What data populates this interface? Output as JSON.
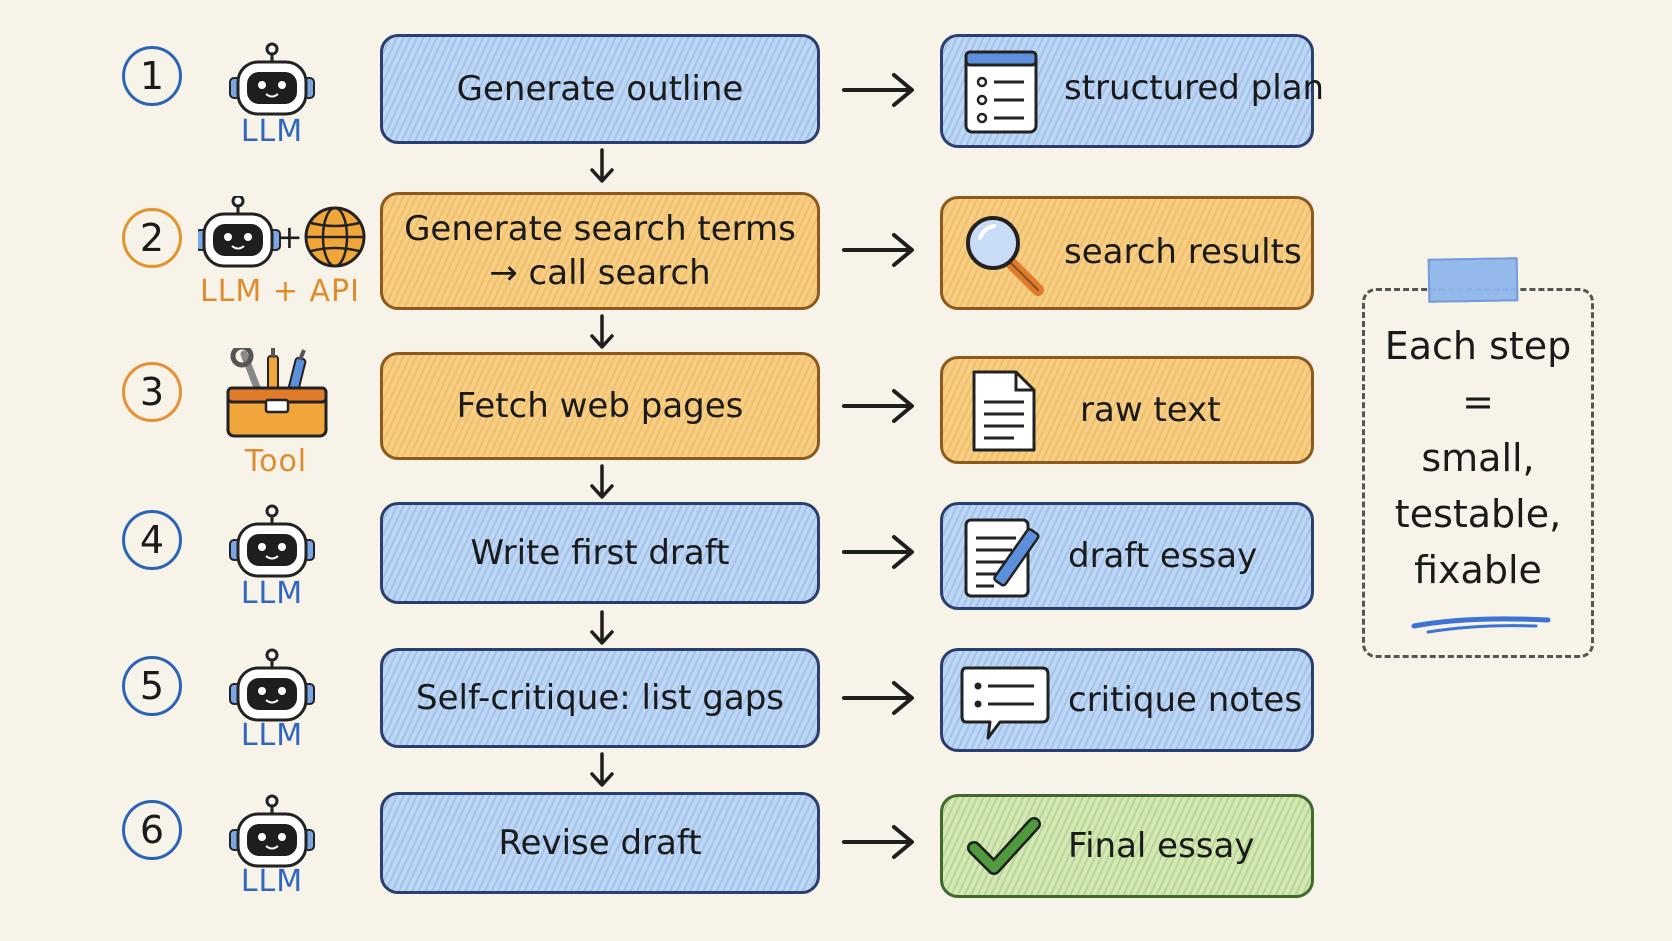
{
  "steps": [
    {
      "number": "1",
      "actor": "LLM",
      "process": "Generate outline",
      "output": "structured plan"
    },
    {
      "number": "2",
      "actor": "LLM + API",
      "process_line1": "Generate search terms",
      "process_line2": "→ call search",
      "output": "search results"
    },
    {
      "number": "3",
      "actor": "Tool",
      "process": "Fetch web pages",
      "output": "raw text"
    },
    {
      "number": "4",
      "actor": "LLM",
      "process": "Write first draft",
      "output": "draft essay"
    },
    {
      "number": "5",
      "actor": "LLM",
      "process": "Self-critique: list gaps",
      "output": "critique notes"
    },
    {
      "number": "6",
      "actor": "LLM",
      "process": "Revise draft",
      "output": "Final essay"
    }
  ],
  "plus_sign": "+",
  "note": {
    "line1": "Each step",
    "line2": "=",
    "line3": "small,",
    "line4": "testable,",
    "line5": "fixable"
  },
  "colors": {
    "llm_blue": "#bcd6f4",
    "tool_orange": "#f6cf85",
    "final_green": "#d3e8b4",
    "accent_blue": "#2b64b7",
    "accent_orange": "#e4922e"
  },
  "icons": {
    "llm": "robot-icon",
    "api": "globe-icon",
    "tool": "toolbox-icon"
  }
}
